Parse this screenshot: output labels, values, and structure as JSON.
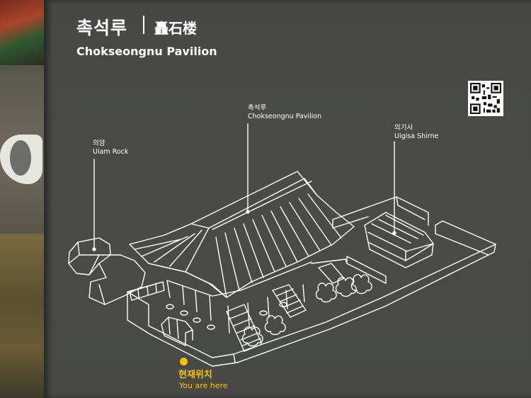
{
  "sign": {
    "title_ko": "촉석루",
    "title_hanja": "矗石楼",
    "title_en": "Chokseongnu Pavilion"
  },
  "labels": {
    "pavilion": {
      "ko": "촉석루",
      "en": "Chokseongnu Pavilion"
    },
    "uiam": {
      "ko": "의암",
      "en": "Uiam Rock"
    },
    "uigisa": {
      "ko": "의기사",
      "en": "Uigisa Shirne"
    }
  },
  "you_are_here": {
    "ko": "현재위치",
    "en": "You are here"
  },
  "colors": {
    "board": "#484947",
    "line": "#ffffff",
    "marker": "#f6c400"
  },
  "icons": [
    "qr-code-icon",
    "location-dot-icon"
  ]
}
